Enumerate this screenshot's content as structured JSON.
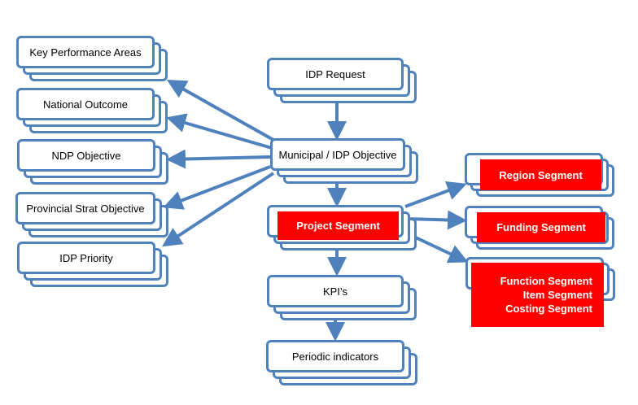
{
  "colors": {
    "border": "#4f81bd",
    "arrow": "#4f81bd",
    "highlight": "#ff0000",
    "highlight_text": "#ffffff",
    "background": "#ffffff"
  },
  "left_boxes": {
    "key_performance_areas": "Key Performance Areas",
    "national_outcome": "National Outcome",
    "ndp_objective": "NDP Objective",
    "provincial_strat_objective": "Provincial Strat Objective",
    "idp_priority": "IDP Priority"
  },
  "center_boxes": {
    "idp_request": "IDP Request",
    "municipal_idp_objective": "Municipal / IDP Objective",
    "project_segment": "Project Segment",
    "kpis": "KPI’s",
    "periodic_indicators": "Periodic indicators"
  },
  "right_boxes": {
    "region_segment": "Region Segment",
    "funding_segment": "Funding Segment",
    "function_segment": "Function Segment",
    "item_segment": "Item Segment",
    "costing_segment": "Costing Segment"
  }
}
